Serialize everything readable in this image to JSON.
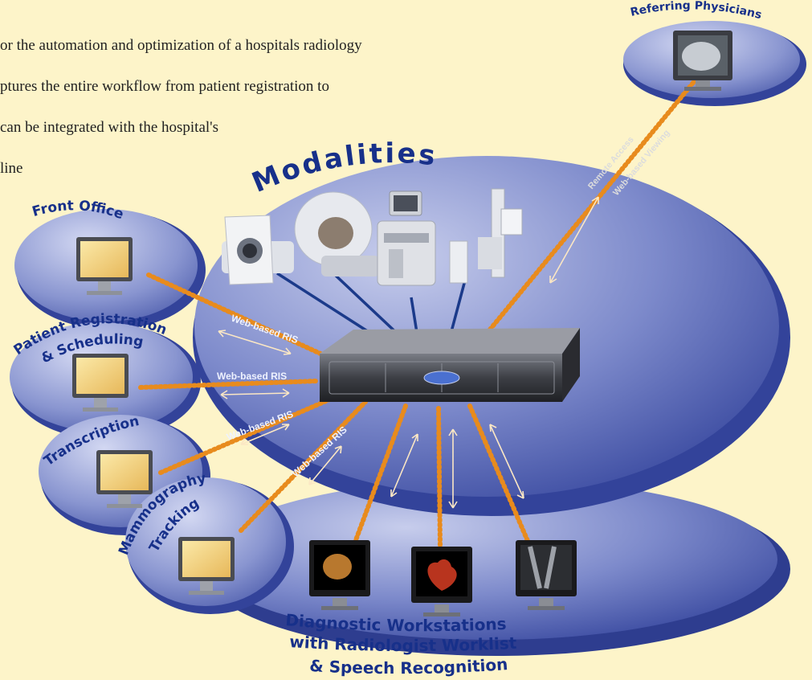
{
  "intro_lines": [
    "or the automation and optimization of a hospitals radiology",
    "ptures the entire workflow from patient registration to",
    "can be integrated with the hospital's",
    "line"
  ],
  "hub_title": "Modalities",
  "nodes": {
    "front_office": "Front Office",
    "patient_registration_line1": "Patient Registration",
    "patient_registration_line2": "& Scheduling",
    "transcription": "Transcription",
    "mammography_line1": "Mammography",
    "mammography_line2": "Tracking",
    "referring_physicians": "Referring Physicians"
  },
  "link_labels": {
    "web_ris": "Web-based RIS",
    "remote_access": "Remote Access",
    "web_viewing": "Web-based Viewing"
  },
  "workstations_caption": [
    "Diagnostic Workstations",
    "with Radiologist Worklist",
    "& Speech Recognition"
  ],
  "colors": {
    "background": "#fdf4c9",
    "ellipse_blue": "#6f7fc4",
    "caption_blue": "#17308a",
    "link_orange": "#e88b1d"
  }
}
